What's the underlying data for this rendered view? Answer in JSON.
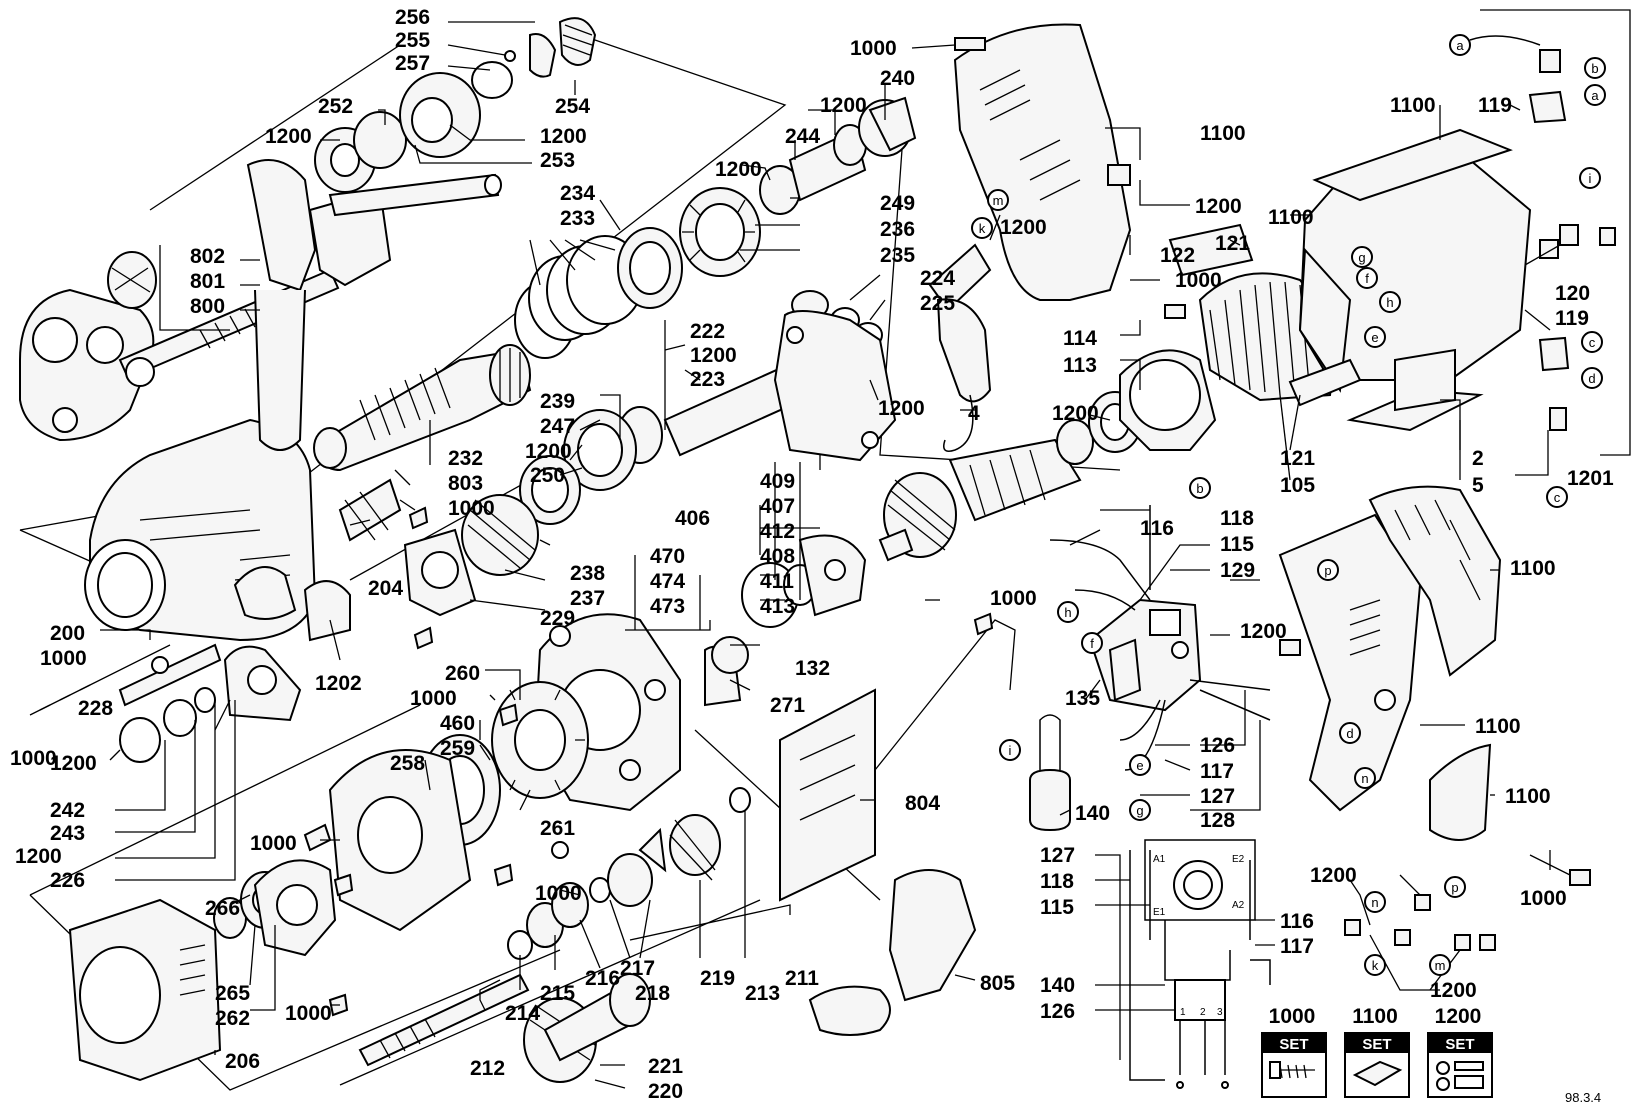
{
  "callouts": [
    {
      "id": "256",
      "text": "256"
    },
    {
      "id": "255",
      "text": "255"
    },
    {
      "id": "257",
      "text": "257"
    },
    {
      "id": "254",
      "text": "254"
    },
    {
      "id": "252",
      "text": "252"
    },
    {
      "id": "1200_a",
      "text": "1200"
    },
    {
      "id": "1200_b",
      "text": "1200"
    },
    {
      "id": "253",
      "text": "253"
    },
    {
      "id": "802",
      "text": "802"
    },
    {
      "id": "801",
      "text": "801"
    },
    {
      "id": "800",
      "text": "800"
    },
    {
      "id": "1000_a",
      "text": "1000"
    },
    {
      "id": "240",
      "text": "240"
    },
    {
      "id": "1200_c",
      "text": "1200"
    },
    {
      "id": "244",
      "text": "244"
    },
    {
      "id": "1200_d",
      "text": "1200"
    },
    {
      "id": "249",
      "text": "249"
    },
    {
      "id": "236",
      "text": "236"
    },
    {
      "id": "235",
      "text": "235"
    },
    {
      "id": "234",
      "text": "234"
    },
    {
      "id": "233",
      "text": "233"
    },
    {
      "id": "1100_a",
      "text": "1100"
    },
    {
      "id": "1200_e",
      "text": "1200"
    },
    {
      "id": "1200_f",
      "text": "1200"
    },
    {
      "id": "122",
      "text": "122"
    },
    {
      "id": "1000_b",
      "text": "1000"
    },
    {
      "id": "114",
      "text": "114"
    },
    {
      "id": "113",
      "text": "113"
    },
    {
      "id": "4",
      "text": "4"
    },
    {
      "id": "1200_g",
      "text": "1200"
    },
    {
      "id": "1100_b",
      "text": "1100"
    },
    {
      "id": "119_a",
      "text": "119"
    },
    {
      "id": "1100_c",
      "text": "1100"
    },
    {
      "id": "121_a",
      "text": "121"
    },
    {
      "id": "120",
      "text": "120"
    },
    {
      "id": "119_b",
      "text": "119"
    },
    {
      "id": "121_b",
      "text": "121"
    },
    {
      "id": "105",
      "text": "105"
    },
    {
      "id": "2",
      "text": "2"
    },
    {
      "id": "5",
      "text": "5"
    },
    {
      "id": "1201",
      "text": "1201"
    },
    {
      "id": "224",
      "text": "224"
    },
    {
      "id": "225",
      "text": "225"
    },
    {
      "id": "222",
      "text": "222"
    },
    {
      "id": "1200_h",
      "text": "1200"
    },
    {
      "id": "223",
      "text": "223"
    },
    {
      "id": "1200_i",
      "text": "1200"
    },
    {
      "id": "239",
      "text": "239"
    },
    {
      "id": "247",
      "text": "247"
    },
    {
      "id": "1200_j",
      "text": "1200"
    },
    {
      "id": "250",
      "text": "250"
    },
    {
      "id": "232",
      "text": "232"
    },
    {
      "id": "803",
      "text": "803"
    },
    {
      "id": "1000_c",
      "text": "1000"
    },
    {
      "id": "204",
      "text": "204"
    },
    {
      "id": "238",
      "text": "238"
    },
    {
      "id": "237",
      "text": "237"
    },
    {
      "id": "229",
      "text": "229"
    },
    {
      "id": "200",
      "text": "200"
    },
    {
      "id": "1000_d",
      "text": "1000"
    },
    {
      "id": "1202",
      "text": "1202"
    },
    {
      "id": "409",
      "text": "409"
    },
    {
      "id": "407",
      "text": "407"
    },
    {
      "id": "406",
      "text": "406"
    },
    {
      "id": "412",
      "text": "412"
    },
    {
      "id": "408",
      "text": "408"
    },
    {
      "id": "411",
      "text": "411"
    },
    {
      "id": "413",
      "text": "413"
    },
    {
      "id": "470",
      "text": "470"
    },
    {
      "id": "474",
      "text": "474"
    },
    {
      "id": "473",
      "text": "473"
    },
    {
      "id": "132",
      "text": "132"
    },
    {
      "id": "271",
      "text": "271"
    },
    {
      "id": "1000_e",
      "text": "1000"
    },
    {
      "id": "116_a",
      "text": "116"
    },
    {
      "id": "118_a",
      "text": "118"
    },
    {
      "id": "115_a",
      "text": "115"
    },
    {
      "id": "129",
      "text": "129"
    },
    {
      "id": "1200_k",
      "text": "1200"
    },
    {
      "id": "135",
      "text": "135"
    },
    {
      "id": "126_a",
      "text": "126"
    },
    {
      "id": "117_a",
      "text": "117"
    },
    {
      "id": "127_a",
      "text": "127"
    },
    {
      "id": "128",
      "text": "128"
    },
    {
      "id": "140_a",
      "text": "140"
    },
    {
      "id": "1100_d",
      "text": "1100"
    },
    {
      "id": "1100_e",
      "text": "1100"
    },
    {
      "id": "1100_f",
      "text": "1100"
    },
    {
      "id": "1000_f",
      "text": "1000"
    },
    {
      "id": "228",
      "text": "228"
    },
    {
      "id": "1000_g",
      "text": "1000"
    },
    {
      "id": "1200_l",
      "text": "1200"
    },
    {
      "id": "242",
      "text": "242"
    },
    {
      "id": "243",
      "text": "243"
    },
    {
      "id": "1200_m",
      "text": "1200"
    },
    {
      "id": "226",
      "text": "226"
    },
    {
      "id": "260",
      "text": "260"
    },
    {
      "id": "1000_h",
      "text": "1000"
    },
    {
      "id": "460",
      "text": "460"
    },
    {
      "id": "259",
      "text": "259"
    },
    {
      "id": "258",
      "text": "258"
    },
    {
      "id": "261",
      "text": "261"
    },
    {
      "id": "1000_i",
      "text": "1000"
    },
    {
      "id": "1000_j",
      "text": "1000"
    },
    {
      "id": "804",
      "text": "804"
    },
    {
      "id": "266",
      "text": "266"
    },
    {
      "id": "265",
      "text": "265"
    },
    {
      "id": "262",
      "text": "262"
    },
    {
      "id": "206",
      "text": "206"
    },
    {
      "id": "1000_k",
      "text": "1000"
    },
    {
      "id": "217",
      "text": "217"
    },
    {
      "id": "216",
      "text": "216"
    },
    {
      "id": "218",
      "text": "218"
    },
    {
      "id": "219",
      "text": "219"
    },
    {
      "id": "213",
      "text": "213"
    },
    {
      "id": "211",
      "text": "211"
    },
    {
      "id": "215",
      "text": "215"
    },
    {
      "id": "214",
      "text": "214"
    },
    {
      "id": "212",
      "text": "212"
    },
    {
      "id": "221",
      "text": "221"
    },
    {
      "id": "220",
      "text": "220"
    },
    {
      "id": "805",
      "text": "805"
    },
    {
      "id": "127_b",
      "text": "127"
    },
    {
      "id": "118_b",
      "text": "118"
    },
    {
      "id": "115_b",
      "text": "115"
    },
    {
      "id": "140_b",
      "text": "140"
    },
    {
      "id": "126_b",
      "text": "126"
    },
    {
      "id": "116_b",
      "text": "116"
    },
    {
      "id": "117_b",
      "text": "117"
    },
    {
      "id": "1200_n",
      "text": "1200"
    },
    {
      "id": "1200_o",
      "text": "1200"
    }
  ],
  "wire_tags": [
    {
      "id": "a1",
      "text": "a"
    },
    {
      "id": "b1",
      "text": "b"
    },
    {
      "id": "a2",
      "text": "a"
    },
    {
      "id": "i1",
      "text": "i"
    },
    {
      "id": "g1",
      "text": "g"
    },
    {
      "id": "f1",
      "text": "f"
    },
    {
      "id": "h1",
      "text": "h"
    },
    {
      "id": "e1",
      "text": "e"
    },
    {
      "id": "c1",
      "text": "c"
    },
    {
      "id": "d1",
      "text": "d"
    },
    {
      "id": "c2",
      "text": "c"
    },
    {
      "id": "m1",
      "text": "m"
    },
    {
      "id": "k1",
      "text": "k"
    },
    {
      "id": "b2",
      "text": "b"
    },
    {
      "id": "p1",
      "text": "p"
    },
    {
      "id": "h2",
      "text": "h"
    },
    {
      "id": "f2",
      "text": "f"
    },
    {
      "id": "d2",
      "text": "d"
    },
    {
      "id": "i2",
      "text": "i"
    },
    {
      "id": "e2",
      "text": "e"
    },
    {
      "id": "g2",
      "text": "g"
    },
    {
      "id": "n1",
      "text": "n"
    },
    {
      "id": "n2",
      "text": "n"
    },
    {
      "id": "p2",
      "text": "p"
    },
    {
      "id": "k2",
      "text": "k"
    },
    {
      "id": "m2",
      "text": "m"
    }
  ],
  "schematic": {
    "a1": "A1",
    "e2": "E2",
    "e1": "E1",
    "a2": "A2",
    "t1": "1",
    "t2": "2",
    "t3": "3"
  },
  "set_boxes": [
    {
      "id": "set_1000",
      "number": "1000",
      "badge": "SET"
    },
    {
      "id": "set_1100",
      "number": "1100",
      "badge": "SET"
    },
    {
      "id": "set_1200",
      "number": "1200",
      "badge": "SET"
    }
  ],
  "footer": {
    "date_code": "98.3.4"
  }
}
